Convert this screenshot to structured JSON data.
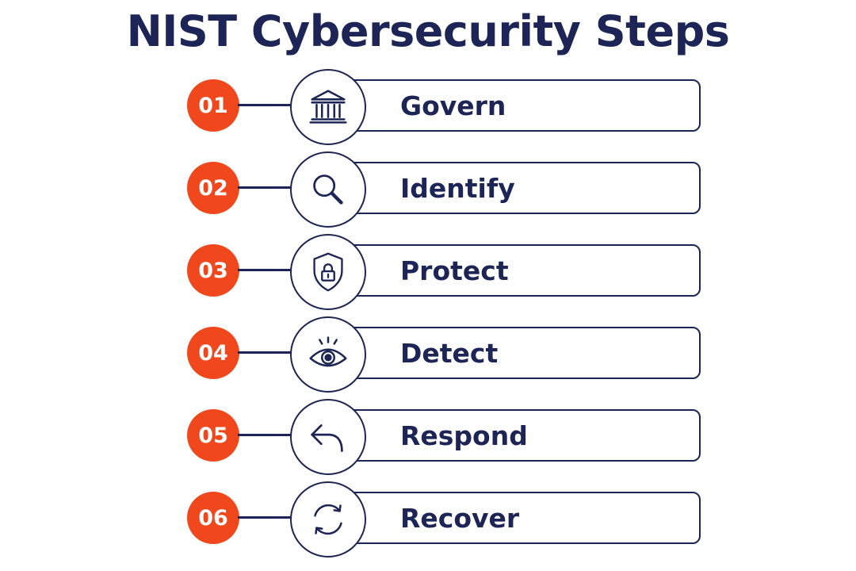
{
  "title": "NIST Cybersecurity Steps",
  "colors": {
    "navy": "#1c2556",
    "accent": "#f0471d",
    "background": "#ffffff"
  },
  "steps": [
    {
      "number": "01",
      "label": "Govern",
      "icon": "bank-icon"
    },
    {
      "number": "02",
      "label": "Identify",
      "icon": "magnifier-icon"
    },
    {
      "number": "03",
      "label": "Protect",
      "icon": "shield-lock-icon"
    },
    {
      "number": "04",
      "label": "Detect",
      "icon": "eye-icon"
    },
    {
      "number": "05",
      "label": "Respond",
      "icon": "reply-arrow-icon"
    },
    {
      "number": "06",
      "label": "Recover",
      "icon": "refresh-icon"
    }
  ]
}
